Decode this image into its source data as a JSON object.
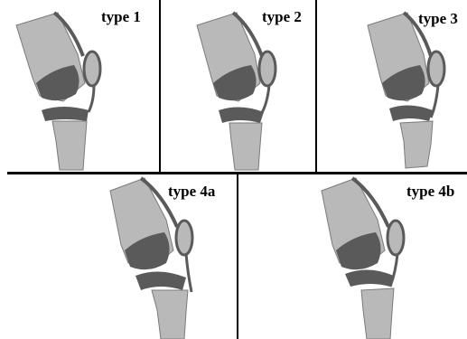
{
  "figure": {
    "panels": [
      {
        "id": "type-1",
        "label": "type 1"
      },
      {
        "id": "type-2",
        "label": "type 2"
      },
      {
        "id": "type-3",
        "label": "type 3"
      },
      {
        "id": "type-4a",
        "label": "type 4a"
      },
      {
        "id": "type-4b",
        "label": "type 4b"
      }
    ]
  },
  "colors": {
    "bone": "#b9b9b9",
    "bone_outline": "#7a7a7a",
    "cartilage": "#5a5a5a",
    "divider": "#000000",
    "background": "#ffffff"
  }
}
